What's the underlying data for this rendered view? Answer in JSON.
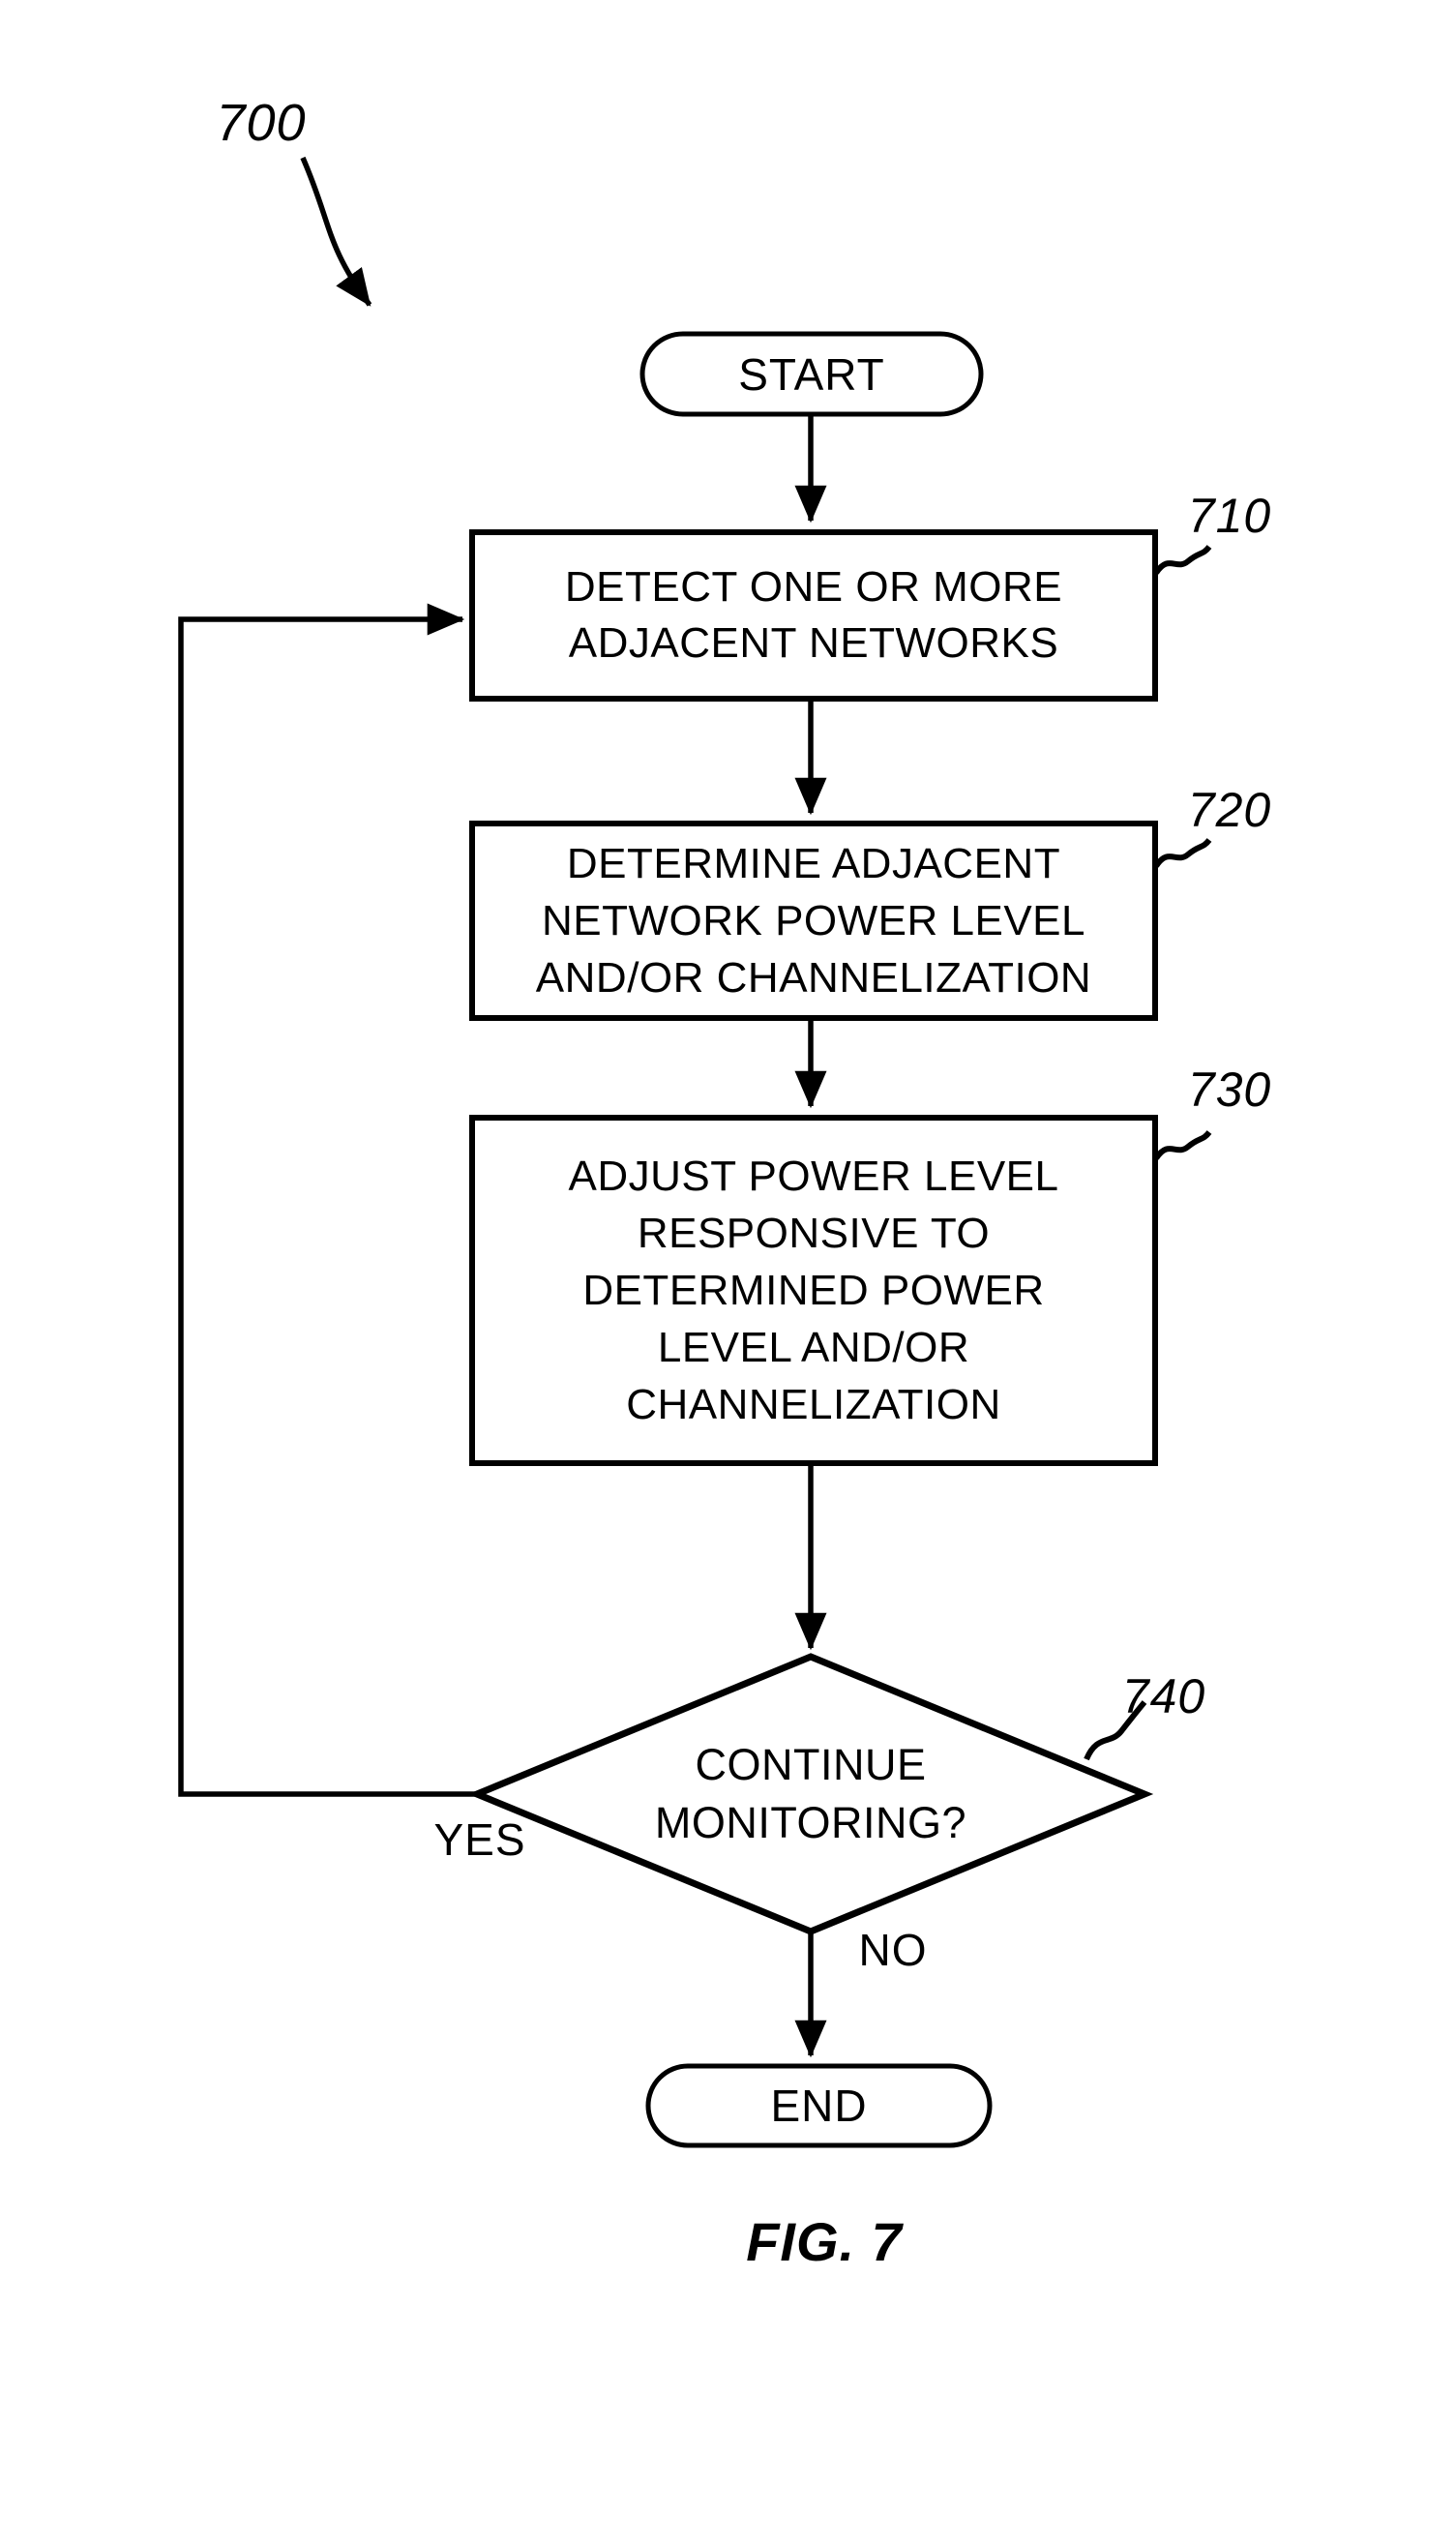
{
  "figure": {
    "diagram_ref": "700",
    "caption": "FIG. 7"
  },
  "nodes": {
    "start": {
      "label": "START"
    },
    "detect": {
      "ref": "710",
      "lines": [
        "DETECT ONE OR MORE",
        "ADJACENT NETWORKS"
      ]
    },
    "determine": {
      "ref": "720",
      "lines": [
        "DETERMINE ADJACENT",
        "NETWORK POWER LEVEL",
        "AND/OR CHANNELIZATION"
      ]
    },
    "adjust": {
      "ref": "730",
      "lines": [
        "ADJUST POWER LEVEL",
        "RESPONSIVE TO",
        "DETERMINED POWER",
        "LEVEL AND/OR",
        "CHANNELIZATION"
      ]
    },
    "decision": {
      "ref": "740",
      "lines": [
        "CONTINUE",
        "MONITORING?"
      ]
    },
    "end": {
      "label": "END"
    }
  },
  "branches": {
    "yes": "YES",
    "no": "NO"
  },
  "colors": {
    "ink": "#000000",
    "background": "#ffffff"
  }
}
